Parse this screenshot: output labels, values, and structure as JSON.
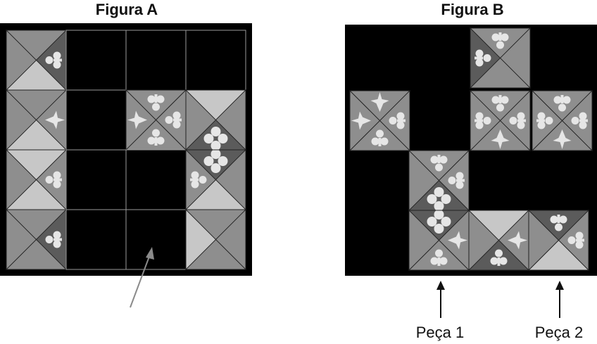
{
  "figure_a": {
    "title": "Figura A"
  },
  "figure_b": {
    "title": "Figura B"
  },
  "pieces": [
    {
      "label": "Peça 1"
    },
    {
      "label": "Peça 2"
    }
  ],
  "colors": {
    "black": "#000000",
    "light": "#c7c7c7",
    "mid": "#8e8e8e",
    "dark": "#5b5b5b",
    "motif": "#e6e6e6",
    "grid": "#9a9a9a"
  }
}
